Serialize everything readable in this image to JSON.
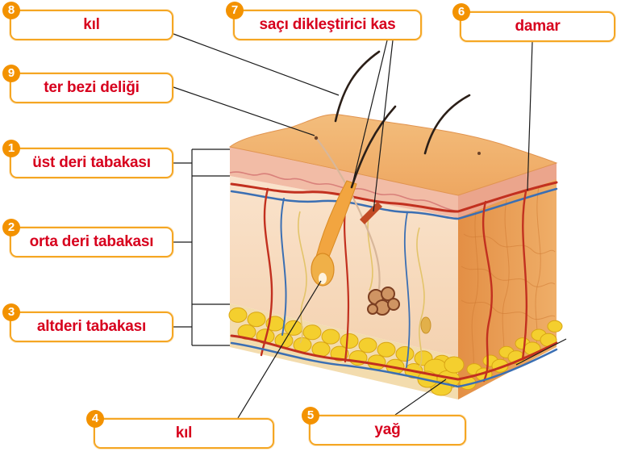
{
  "colors": {
    "label_border": "#f5a623",
    "label_text": "#d7001d",
    "number_badge": "#f39200",
    "skin_surface": "#f1b36e",
    "epidermis": "#f2bca6",
    "dermis": "#f8dcc2",
    "fat": "#f4cf2e",
    "artery": "#c2301f",
    "vein": "#3b6fb3"
  },
  "labels": [
    {
      "number": "8",
      "text": "kıl"
    },
    {
      "number": "7",
      "text": "saçı dikleştirici kas"
    },
    {
      "number": "6",
      "text": "damar"
    },
    {
      "number": "9",
      "text": "ter bezi deliği"
    },
    {
      "number": "1",
      "text": "üst deri tabakası"
    },
    {
      "number": "2",
      "text": "orta deri tabakası"
    },
    {
      "number": "3",
      "text": "altderi tabakası"
    },
    {
      "number": "4",
      "text": "kıl"
    },
    {
      "number": "5",
      "text": "yağ"
    }
  ]
}
